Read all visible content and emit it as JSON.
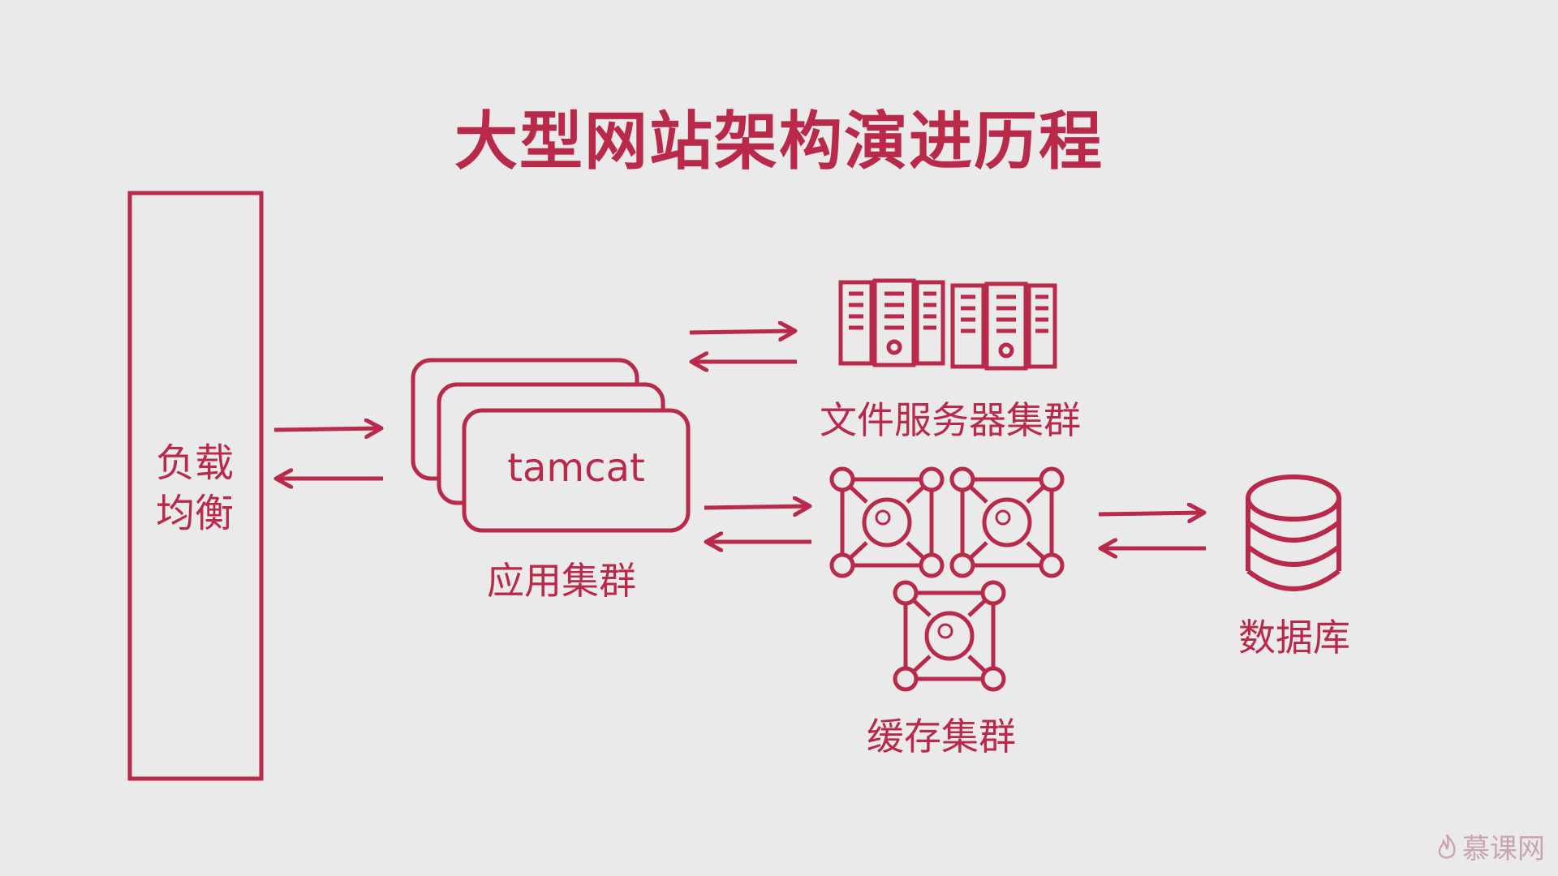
{
  "title": "大型网站架构演进历程",
  "load_balancer": {
    "line1": "负载",
    "line2": "均衡"
  },
  "app_cluster": {
    "node_text": "tamcat",
    "label": "应用集群"
  },
  "file_server_cluster": {
    "label": "文件服务器集群",
    "icon": "server-rack-icon"
  },
  "cache_cluster": {
    "label": "缓存集群",
    "icon": "cache-node-icon"
  },
  "database": {
    "label": "数据库",
    "icon": "database-icon"
  },
  "watermark": {
    "text": "慕课网",
    "icon": "flame-icon"
  },
  "colors": {
    "accent": "#b8294a",
    "background": "#ebeaea"
  }
}
